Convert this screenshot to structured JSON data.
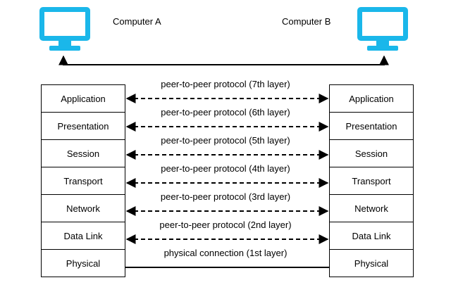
{
  "computers": {
    "a_label": "Computer A",
    "b_label": "Computer B",
    "icon": "monitor-icon",
    "icon_color": "#1ab7ea"
  },
  "layers_a": [
    "Application",
    "Presentation",
    "Session",
    "Transport",
    "Network",
    "Data Link",
    "Physical"
  ],
  "layers_b": [
    "Application",
    "Presentation",
    "Session",
    "Transport",
    "Network",
    "Data Link",
    "Physical"
  ],
  "protocols": [
    "peer-to-peer protocol (7th layer)",
    "peer-to-peer protocol (6th layer)",
    "peer-to-peer protocol (5th layer)",
    "peer-to-peer protocol (4th layer)",
    "peer-to-peer protocol (3rd layer)",
    "peer-to-peer protocol (2nd layer)",
    "physical connection (1st layer)"
  ]
}
